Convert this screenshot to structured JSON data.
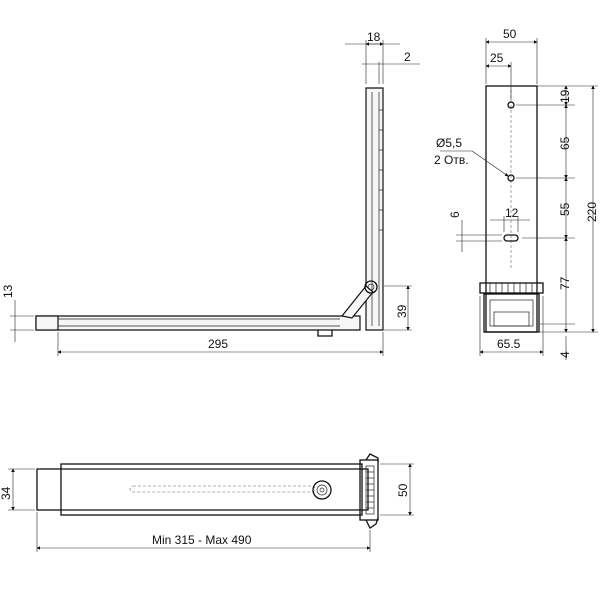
{
  "dims": {
    "d18": "18",
    "d2": "2",
    "d13": "13",
    "d39": "39",
    "d295": "295",
    "d50_top": "50",
    "d25": "25",
    "d19": "19",
    "d65": "65",
    "d55": "55",
    "d220": "220",
    "d77": "77",
    "d4": "4",
    "d6": "6",
    "d12": "12",
    "d65_5": "65.5",
    "d34": "34",
    "d50_right": "50",
    "min_max": "Min 315 - Max 490"
  },
  "notes": {
    "hole_dia": "Ø5,5",
    "hole_count": "2 Отв."
  }
}
